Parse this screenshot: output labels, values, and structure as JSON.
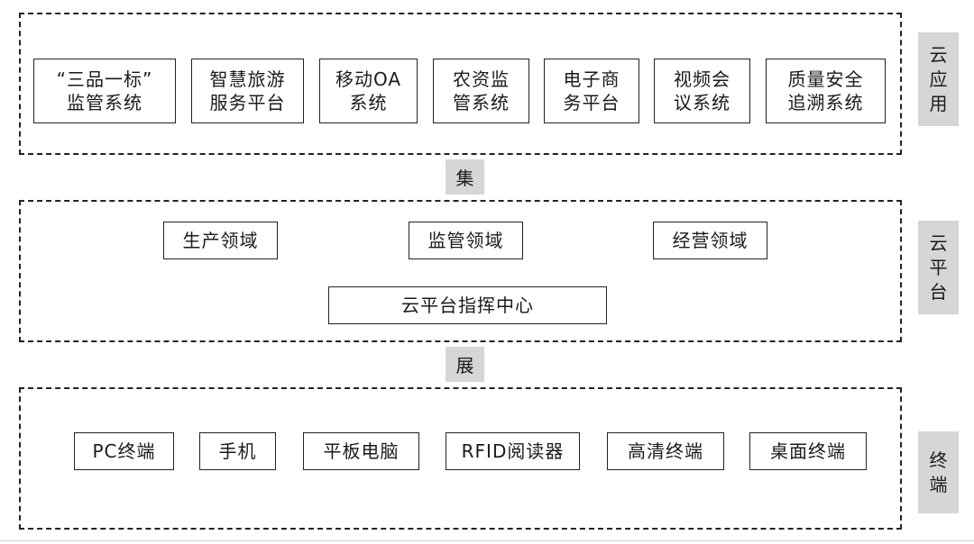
{
  "layers": {
    "app": {
      "label": "云\n应\n用",
      "items": [
        "“三品一标”\n监管系统",
        "智慧旅游\n服务平台",
        "移动OA\n系统",
        "农资监\n管系统",
        "电子商\n务平台",
        "视频会\n议系统",
        "质量安全\n追溯系统"
      ]
    },
    "platform": {
      "label": "云\n平\n台",
      "domains": [
        "生产领域",
        "监管领域",
        "经营领域"
      ],
      "center": "云平台指挥中心"
    },
    "terminal": {
      "label": "终\n端",
      "items": [
        "PC终端",
        "手机",
        "平板电脑",
        "RFID阅读器",
        "高清终端",
        "桌面终端"
      ]
    }
  },
  "connectors": {
    "upper": "集",
    "lower": "展"
  }
}
